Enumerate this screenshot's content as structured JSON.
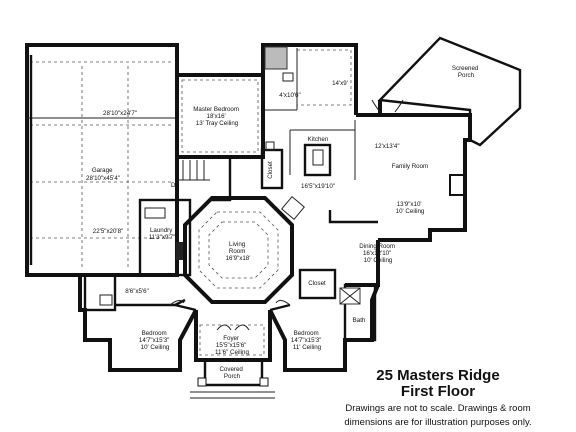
{
  "title": {
    "line1": "25 Masters Ridge",
    "line2": "First Floor",
    "note1": "Drawings are not to scale. Drawings & room",
    "note2": "dimensions are for illustration purposes only."
  },
  "rooms": {
    "screened_porch": [
      "Screened",
      "Porch"
    ],
    "room_14x9": [
      "14'x9'"
    ],
    "room_4x10": [
      "4'x10'6\""
    ],
    "master_bedroom": [
      "Master Bedroom",
      "18'x16'",
      "13' Tray Ceiling"
    ],
    "garage_upper": [
      "28'10\"x24'7\""
    ],
    "garage": [
      "Garage",
      "28'10\"x45'4\""
    ],
    "garage_lower": [
      "22'5\"x20'8\""
    ],
    "kitchen": [
      "Kitchen"
    ],
    "kitchen_dims": [
      "16'5\"x19'10\""
    ],
    "closet_kitchen": [
      "Closet"
    ],
    "family_room": [
      "12'x13'4\"",
      "Family Room"
    ],
    "family_room_dims": [
      "13'9\"x10'",
      "10' Ceiling"
    ],
    "dn": [
      "Dn"
    ],
    "laundry": [
      "Laundry",
      "11'3\"x9'7\""
    ],
    "living_room": [
      "Living",
      "Room",
      "16'9\"x18'"
    ],
    "dining_room": [
      "Dining Room",
      "16'x12'10\"",
      "10' Ceiling"
    ],
    "closet_dining": [
      "Closet"
    ],
    "hall_small": [
      "8'6\"x5'6\""
    ],
    "bedroom_left": [
      "Bedroom",
      "14'7\"x15'3\"",
      "10' Ceiling"
    ],
    "foyer": [
      "Foyer",
      "15'5\"x15'6\"",
      "11'6\" Ceiling"
    ],
    "bedroom_right": [
      "Bedroom",
      "14'7\"x15'3\"",
      "11' Ceiling"
    ],
    "bath": [
      "Bath"
    ],
    "covered_porch": [
      "Covered",
      "Porch"
    ]
  }
}
